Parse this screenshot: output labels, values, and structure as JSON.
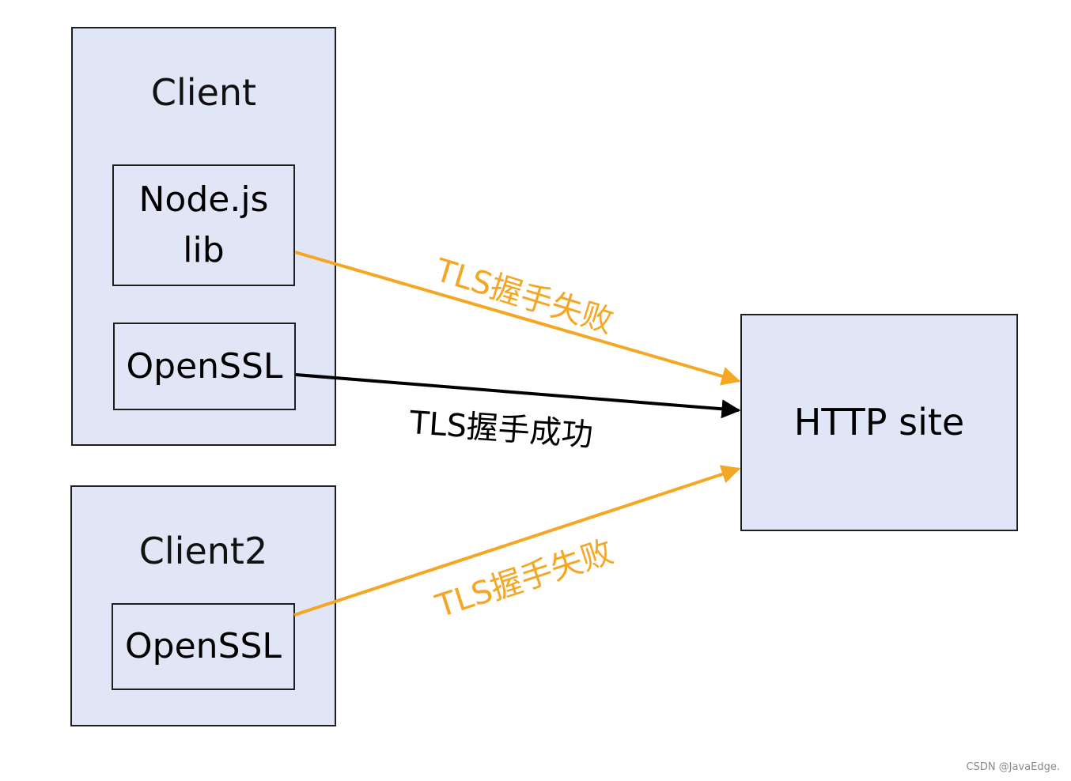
{
  "nodes": {
    "client": {
      "title": "Client"
    },
    "nodejs_lib": {
      "line1": "Node.js",
      "line2": "lib"
    },
    "client_openssl": {
      "label": "OpenSSL"
    },
    "client2": {
      "title": "Client2"
    },
    "client2_openssl": {
      "label": "OpenSSL"
    },
    "http_site": {
      "label": "HTTP site"
    }
  },
  "edges": {
    "nodejs_to_http": {
      "label": "TLS握手失败",
      "status": "fail",
      "color": "#f5a623"
    },
    "openssl_to_http": {
      "label": "TLS握手成功",
      "status": "success",
      "color": "#000000"
    },
    "client2_to_http": {
      "label": "TLS握手失败",
      "status": "fail",
      "color": "#f5a623"
    }
  },
  "colors": {
    "box_fill": "#e1e6f7",
    "border": "#1f1f1f",
    "fail": "#f5a623",
    "success": "#000000"
  },
  "watermark": "CSDN @JavaEdge."
}
